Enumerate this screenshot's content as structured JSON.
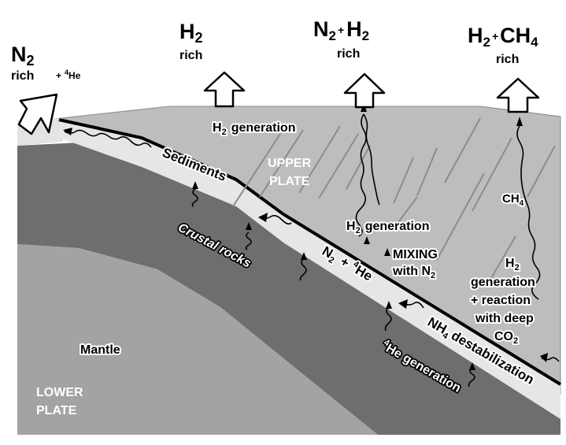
{
  "top_labels": {
    "n2": "N",
    "n2_sub": "2",
    "n2_rich": "rich",
    "he4_plus": "+",
    "he4_sup": "4",
    "he4": "He",
    "h2": "H",
    "h2_sub": "2",
    "h2_rich": "rich",
    "n2h2_n": "N",
    "n2h2_n_sub": "2",
    "n2h2_plus": "+",
    "n2h2_h": "H",
    "n2h2_h_sub": "2",
    "n2h2_rich": "rich",
    "h2ch4_h": "H",
    "h2ch4_h_sub": "2",
    "h2ch4_plus": "+",
    "h2ch4_ch": "CH",
    "h2ch4_ch_sub": "4",
    "h2ch4_rich": "rich"
  },
  "labels": {
    "h2gen_top_h": "H",
    "h2gen_top_sub": "2",
    "h2gen_top_word": "generation",
    "upper_plate_1": "UPPER",
    "upper_plate_2": "PLATE",
    "sediments": "Sediments",
    "crustal_rocks": "Crustal rocks",
    "ch4_c": "CH",
    "ch4_sub": "4",
    "h2gen_mid_h": "H",
    "h2gen_mid_sub": "2",
    "h2gen_mid_word": "generation",
    "mixing": "MIXING",
    "with_n2_word": "with N",
    "with_n2_sub": "2",
    "n2he_n": "N",
    "n2he_n_sub": "2",
    "n2he_plus": "+",
    "n2he_sup": "4",
    "n2he_he": "He",
    "h2r_h": "H",
    "h2r_sub": "2",
    "h2r_line2": "generation",
    "h2r_line3": "+ reaction",
    "h2r_line4": "with deep",
    "h2r_co": "CO",
    "h2r_co_sub": "2",
    "nh4_nh": "NH",
    "nh4_sub": "4",
    "nh4_word": "destabilization",
    "mantle": "Mantle",
    "he4gen_sup": "4",
    "he4gen_word": "He generation",
    "lower_plate_1": "LOWER",
    "lower_plate_2": "PLATE"
  },
  "colors": {
    "upper_plate": "#bdbdbd",
    "crust": "#6e6e6e",
    "mantle": "#a3a3a3",
    "sediments": "#e6e6e6",
    "top_strip": "#e3e3e3",
    "fault_lines": "#8c8c8c",
    "arrow_fill": "#ffffff"
  }
}
